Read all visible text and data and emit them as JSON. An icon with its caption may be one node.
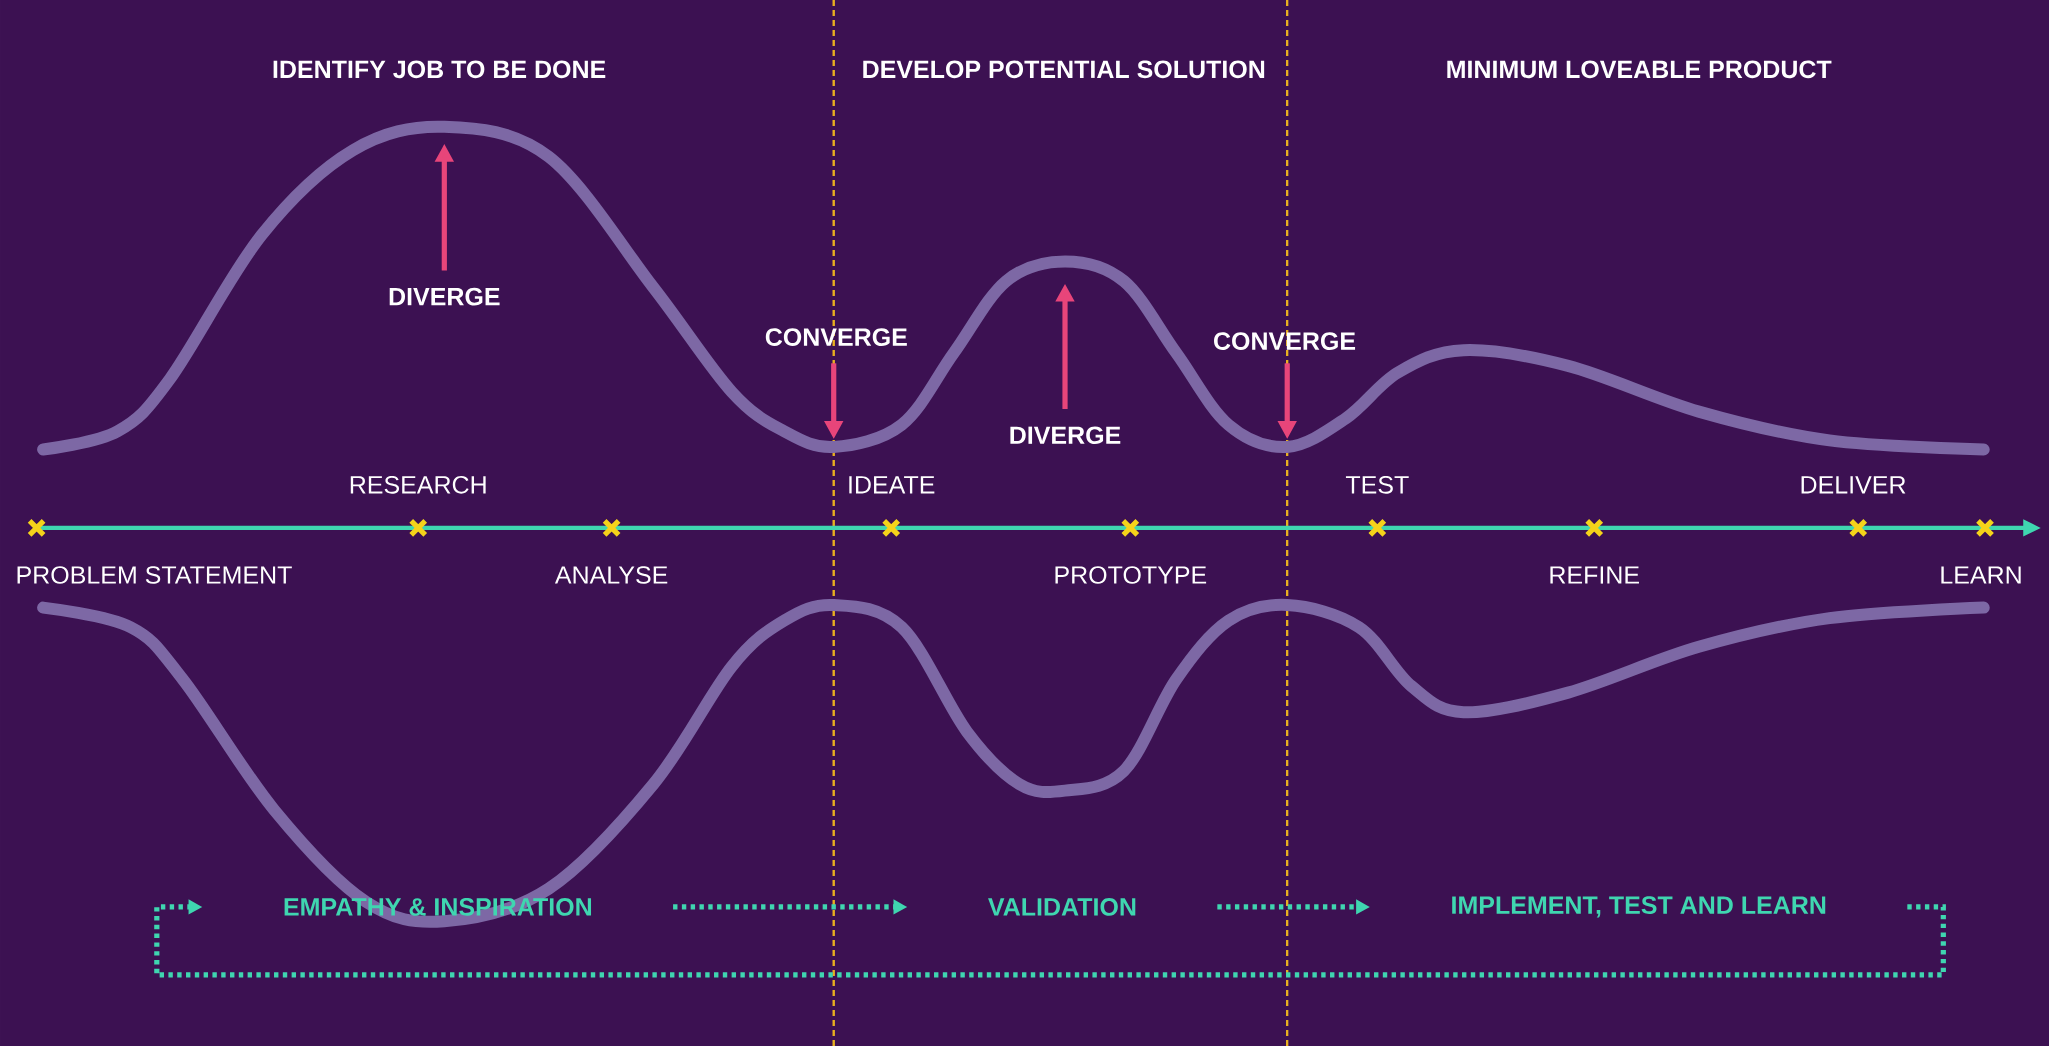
{
  "diagram": {
    "nodes": [
      {
        "text": [
          "EMPATHY & INSPIRATION"
        ]
      },
      {
        "text": [
          "VALIDATION"
        ]
      },
      {
        "text": [
          "IMPLEMENT, TEST AND LEARN"
        ]
      }
    ],
    "edges": [
      {
        "from": 0,
        "to": 1,
        "arrow": "to"
      },
      {
        "from": 1,
        "to": 2,
        "arrow": "to"
      },
      {
        "from": 2,
        "to": 0,
        "arrow": "to"
      }
    ],
    "labels": [
      "IDENTIFY JOB TO BE DONE",
      "DEVELOP POTENTIAL SOLUTION",
      "MINIMUM LOVEABLE PRODUCT",
      "DIVERGE",
      "CONVERGE",
      "CONVERGE",
      "DIVERGE",
      "RESEARCH",
      "IDEATE",
      "TEST",
      "DELIVER",
      "PROBLEM STATEMENT",
      "ANALYSE",
      "PROTOTYPE",
      "REFINE",
      "LEARN"
    ]
  }
}
